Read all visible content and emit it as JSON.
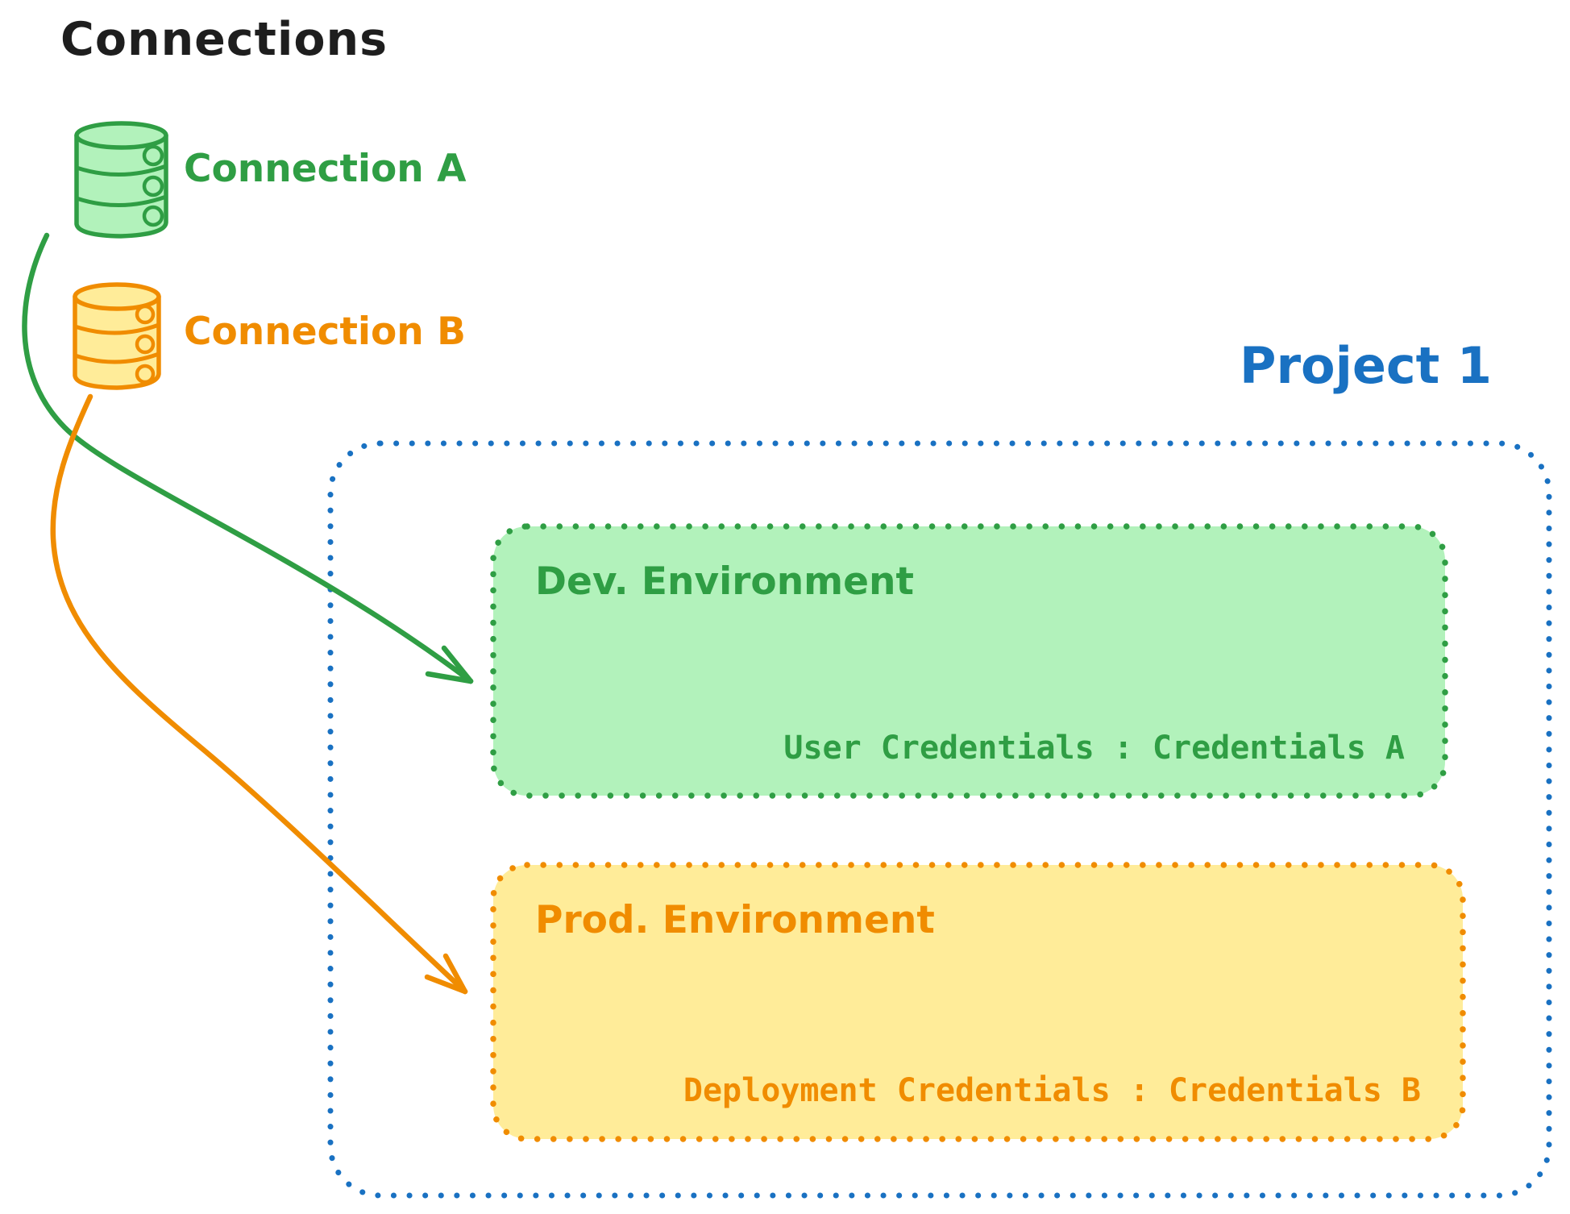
{
  "title": "Connections",
  "colors": {
    "title_text": "#1e1e1e",
    "green_stroke": "#2f9e44",
    "green_fill": "#b2f2bb",
    "orange_stroke": "#f08c00",
    "orange_fill": "#ffec99",
    "blue_stroke": "#1971c2",
    "background": "#ffffff"
  },
  "connections": [
    {
      "label": "Connection A",
      "color": "#2f9e44",
      "icon": "database-icon"
    },
    {
      "label": "Connection B",
      "color": "#f08c00",
      "icon": "database-icon"
    }
  ],
  "project": {
    "label": "Project 1",
    "color": "#1971c2",
    "border_style": "dotted",
    "environments": [
      {
        "label": "Dev. Environment",
        "credentials_label": "User Credentials : Credentials A",
        "color": "#2f9e44",
        "fill": "#b2f2bb",
        "border_style": "dotted"
      },
      {
        "label": "Prod. Environment",
        "credentials_label": "Deployment Credentials : Credentials B",
        "color": "#f08c00",
        "fill": "#ffec99",
        "border_style": "dotted"
      }
    ]
  },
  "edges": [
    {
      "from": "Connection A",
      "to": "Dev. Environment",
      "color": "#2f9e44",
      "style": "curved-arrow"
    },
    {
      "from": "Connection B",
      "to": "Prod. Environment",
      "color": "#f08c00",
      "style": "curved-arrow"
    }
  ]
}
